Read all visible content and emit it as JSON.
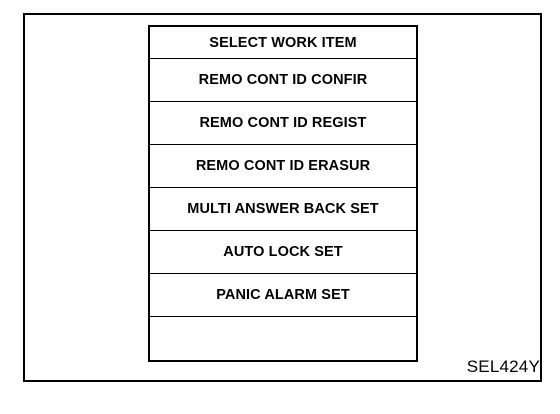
{
  "screen": {
    "title": "SELECT WORK ITEM",
    "items": [
      {
        "label": "REMO CONT ID CONFIR"
      },
      {
        "label": "REMO CONT ID REGIST"
      },
      {
        "label": "REMO CONT ID ERASUR"
      },
      {
        "label": "MULTI ANSWER BACK SET"
      },
      {
        "label": "AUTO LOCK SET"
      },
      {
        "label": "PANIC ALARM SET"
      },
      {
        "label": ""
      }
    ]
  },
  "figure_code": "SEL424Y"
}
